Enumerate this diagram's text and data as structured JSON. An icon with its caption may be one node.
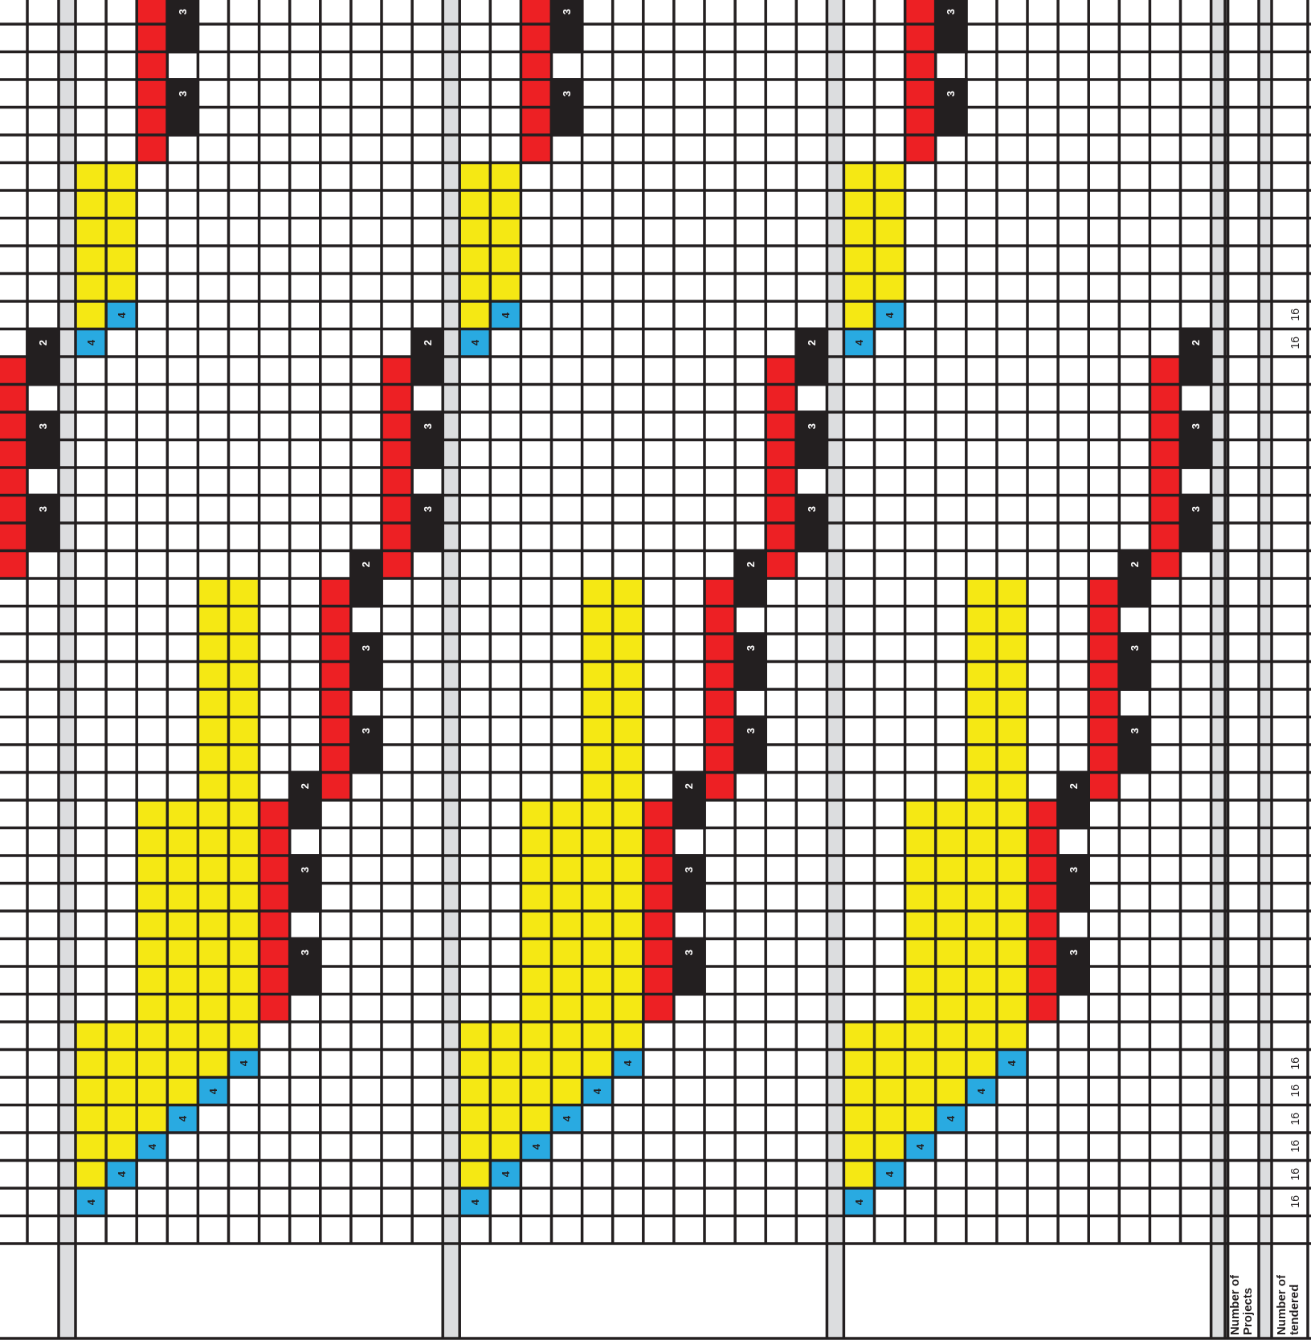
{
  "diagram": {
    "labels": [
      "3",
      "3",
      "3",
      "3",
      "3",
      "3",
      "4",
      "4",
      "4",
      "16",
      "2",
      "4",
      "2",
      "4",
      "2",
      "4",
      "2",
      "16",
      "3",
      "3",
      "3",
      "3",
      "3",
      "3",
      "3",
      "3",
      "2",
      "2",
      "2",
      "3",
      "3",
      "3",
      "3",
      "3",
      "3",
      "2",
      "2",
      "2",
      "3",
      "3",
      "3",
      "3",
      "3",
      "3",
      "4",
      "4",
      "4",
      "16",
      "4",
      "4",
      "4",
      "16",
      "4",
      "4",
      "4",
      "16",
      "4",
      "4",
      "4",
      "16",
      "4",
      "4",
      "4",
      "16",
      "4",
      "4",
      "4",
      "16",
      "Number of Projects",
      "Number of tendered"
    ]
  }
}
